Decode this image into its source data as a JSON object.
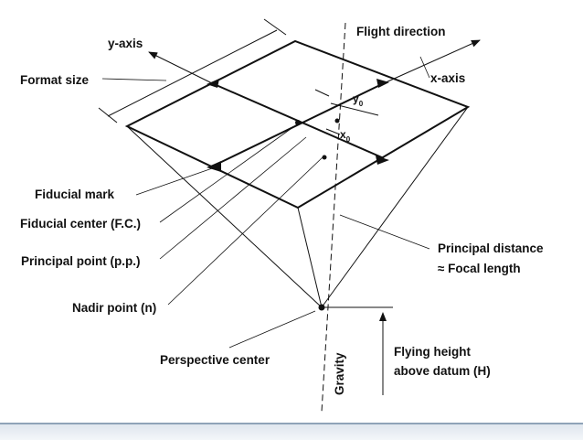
{
  "labels": {
    "flight_direction": "Flight direction",
    "y_axis": "y-axis",
    "x_axis": "x-axis",
    "format_size": "Format size",
    "y0": "y",
    "x0": "x",
    "zero": "0",
    "fiducial_mark": "Fiducial mark",
    "fiducial_center": "Fiducial center (F.C.)",
    "principal_point": "Principal point (p.p.)",
    "nadir_point": "Nadir point (n)",
    "perspective_center": "Perspective center",
    "gravity": "Gravity",
    "principal_distance": "Principal distance",
    "focal_length": "≈ Focal length",
    "flying_height_1": "Flying height",
    "flying_height_2": "above datum (H)"
  },
  "colors": {
    "ink": "#111111",
    "footer_border": "#8fa3b8"
  }
}
